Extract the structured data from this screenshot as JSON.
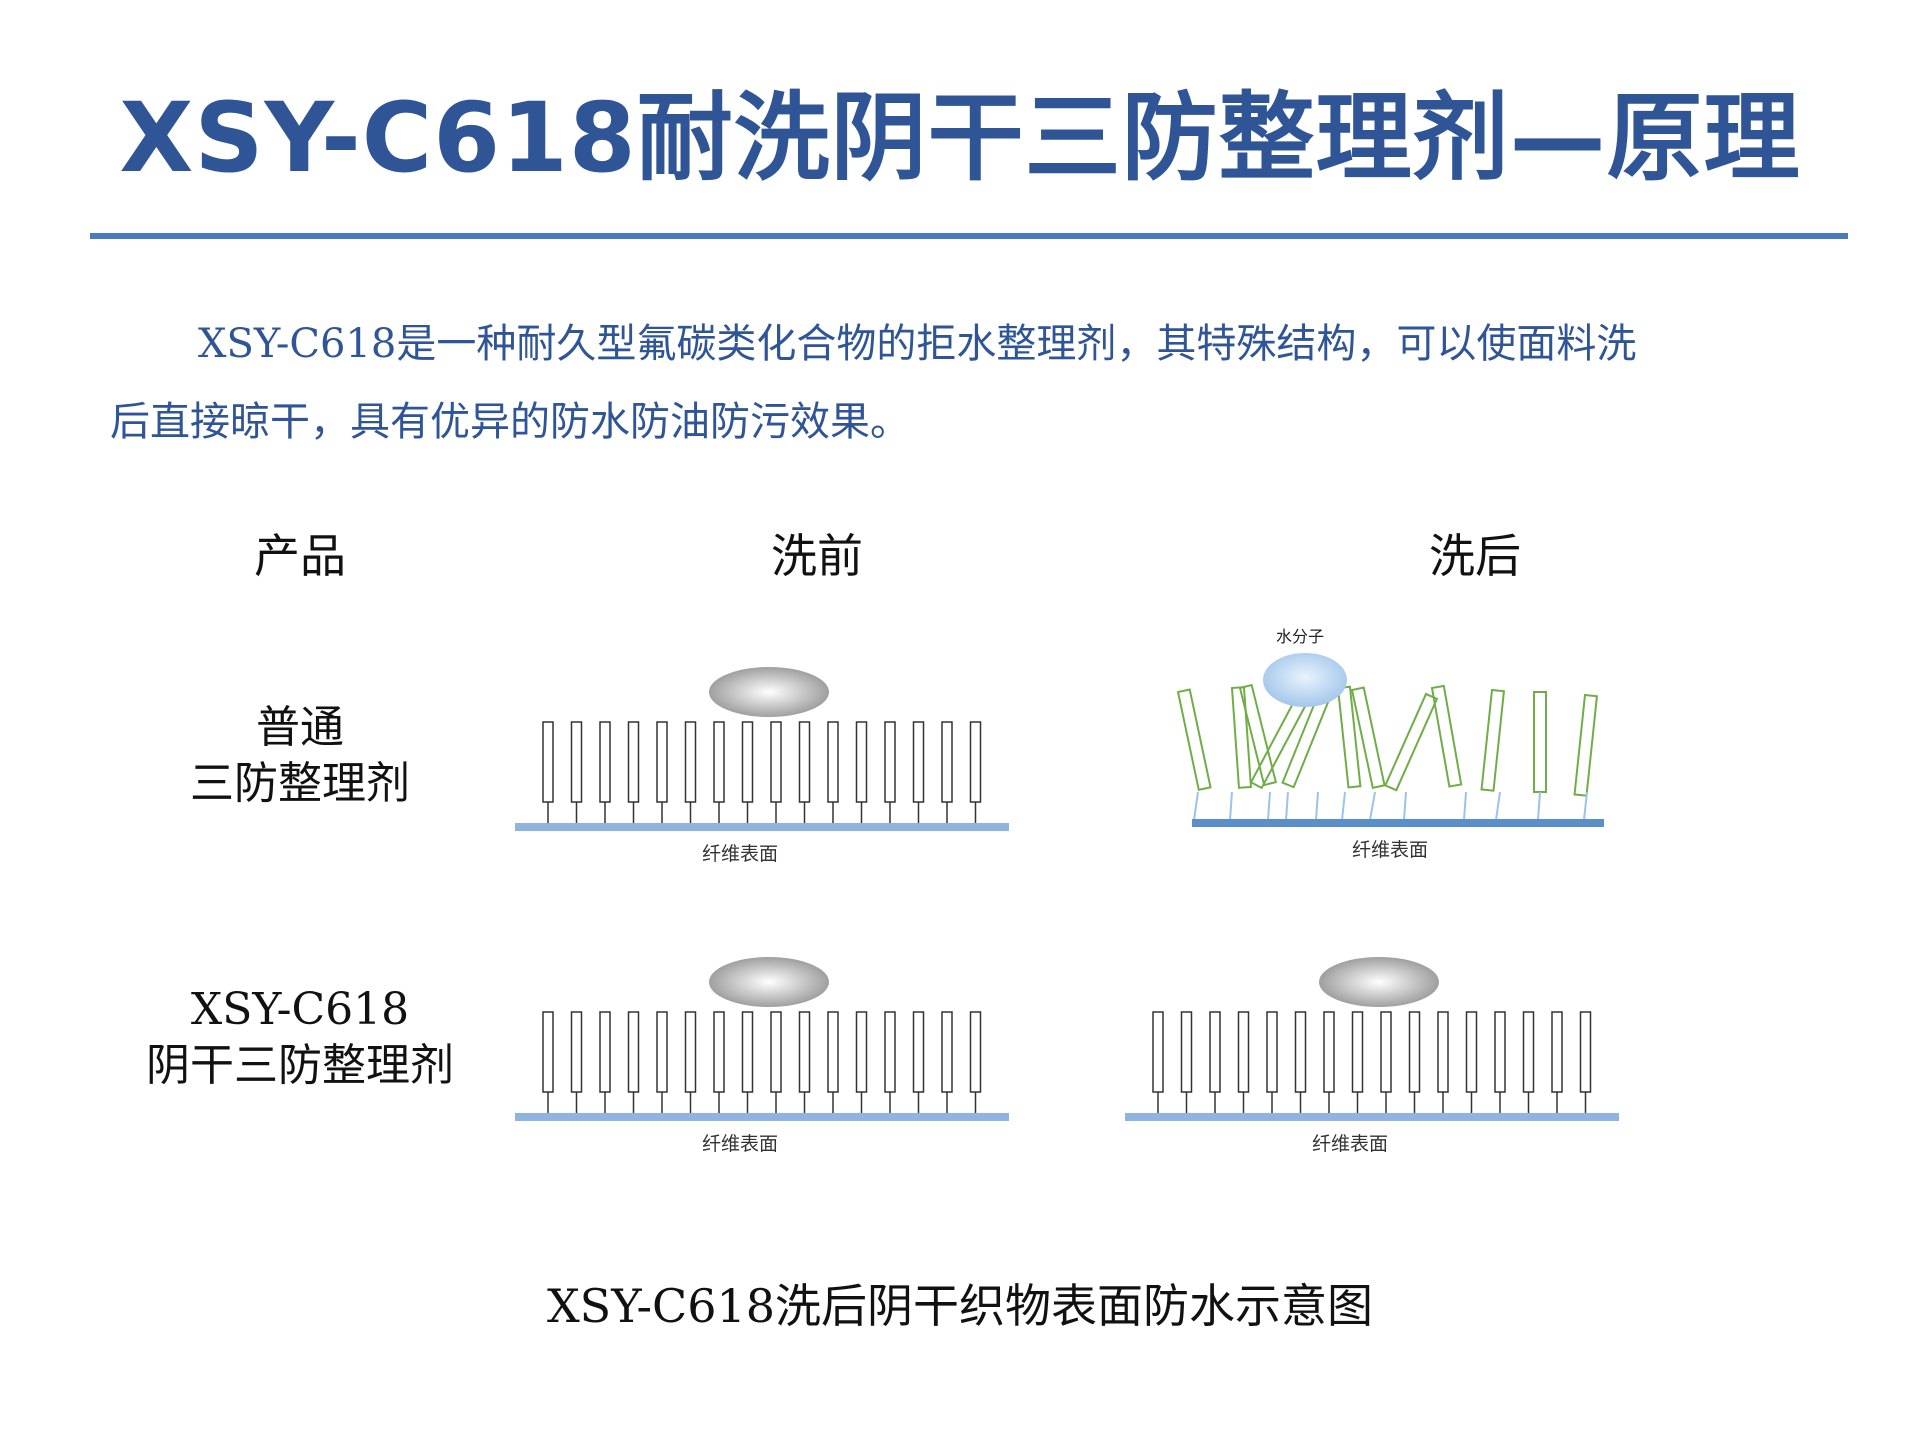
{
  "title": "XSY-C618耐洗阴干三防整理剂—原理",
  "intro": {
    "line1": "XSY-C618是一种耐久型氟碳类化合物的拒水整理剂，其特殊结构，可以使面料洗",
    "line2": "后直接晾干，具有优异的防水防油防污效果。"
  },
  "columns": {
    "product": "产品",
    "before_wash": "洗前",
    "after_wash": "洗后"
  },
  "rows": [
    {
      "line1": "普通",
      "line2": "三防整理剂"
    },
    {
      "line1": "XSY-C618",
      "line2": "阴干三防整理剂"
    }
  ],
  "diagram_labels": {
    "fiber_surface": "纤维表面",
    "water_molecule": "水分子"
  },
  "colors": {
    "title": "#2f5597",
    "surface": "#8fb4df",
    "surface_dark": "#5b8fcc",
    "fiber_green": "#70ad47"
  },
  "caption": "XSY-C618洗后阴干织物表面防水示意图"
}
